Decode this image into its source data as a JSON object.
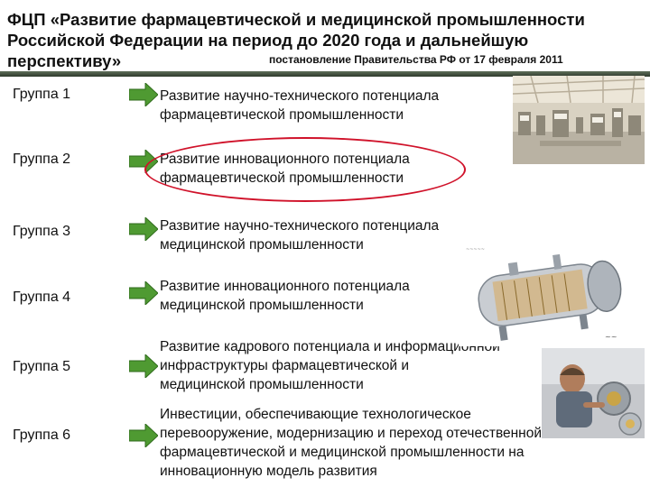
{
  "header": {
    "title_line1": "ФЦП «Развитие фармацевтической и медицинской промышленности",
    "title_line2": "Российской Федерации на период до 2020 года и дальнейшую",
    "title_line3": "перспективу»",
    "subtitle": "постановление Правительства РФ от 17 февраля 2011"
  },
  "colors": {
    "arrow": "#4f9a32",
    "highlight": "#d0122a",
    "rule": "#3c4738"
  },
  "groups": [
    {
      "label": "Группа 1",
      "lines": [
        "Развитие научно-технического потенциала",
        "фармацевтической промышленности"
      ]
    },
    {
      "label": "Группа 2",
      "lines": [
        "Развитие инновационного потенциала",
        "фармацевтической промышленности"
      ]
    },
    {
      "label": "Группа 3",
      "lines": [
        "Развитие научно-технического потенциала",
        "медицинской промышленности"
      ]
    },
    {
      "label": "Группа 4",
      "lines": [
        "Развитие инновационного потенциала",
        "медицинской промышленности"
      ]
    },
    {
      "label": "Группа 5",
      "lines": [
        "Развитие кадрового потенциала и информационной",
        "инфраструктуры фармацевтической и",
        "медицинской промышленности"
      ]
    },
    {
      "label": "Группа 6",
      "lines": [
        "Инвестиции, обеспечивающие технологическое",
        "перевооружение, модернизацию и переход отечественной",
        "фармацевтической и медицинской промышленности  на",
        "инновационную модель развития"
      ]
    }
  ],
  "images": [
    {
      "icon": "factory-hall-photo"
    },
    {
      "icon": "industrial-vessel-photo"
    },
    {
      "icon": "lab-worker-photo"
    }
  ]
}
